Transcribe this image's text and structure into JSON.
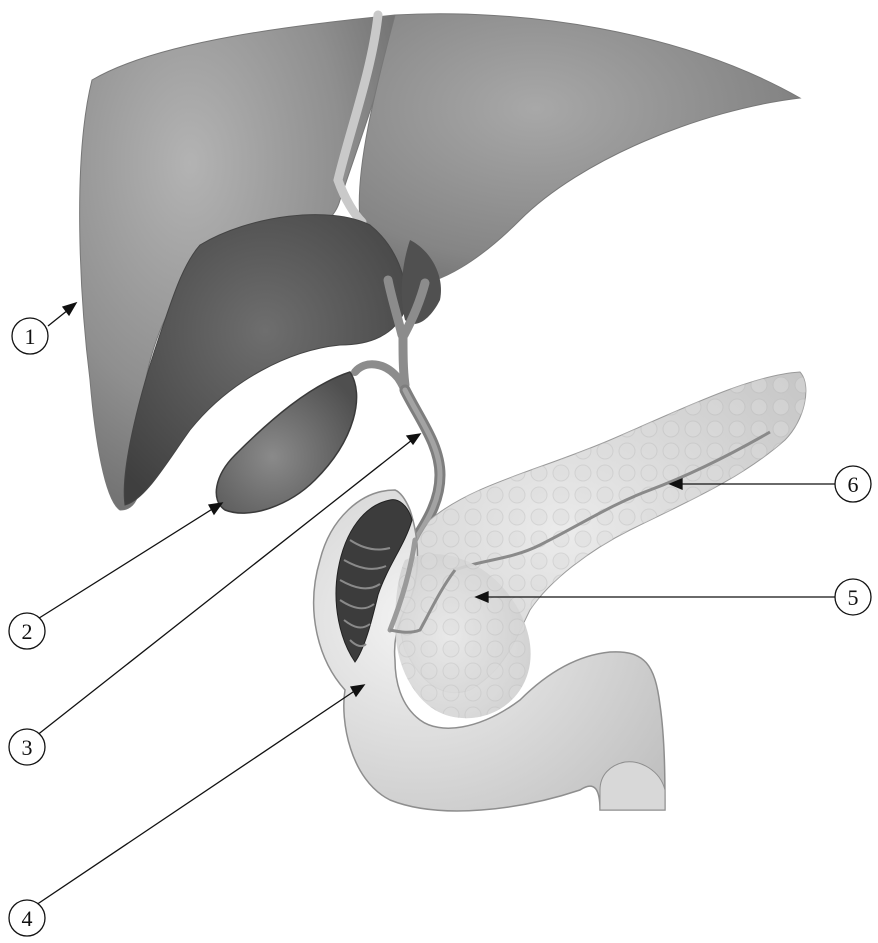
{
  "callouts": [
    {
      "id": "1",
      "label": "1"
    },
    {
      "id": "2",
      "label": "2"
    },
    {
      "id": "3",
      "label": "3"
    },
    {
      "id": "4",
      "label": "4"
    },
    {
      "id": "5",
      "label": "5"
    },
    {
      "id": "6",
      "label": "6"
    }
  ],
  "colors": {
    "ink": "#111111",
    "liver_light": "#9a9a9a",
    "liver_dark": "#5e5e5e",
    "gallbladder": "#6d6d6d",
    "duct": "#8a8a8a",
    "pancreas": "#d6d6d6",
    "duodenum": "#cfcfcf",
    "duodenum_inner": "#4a4a4a"
  }
}
